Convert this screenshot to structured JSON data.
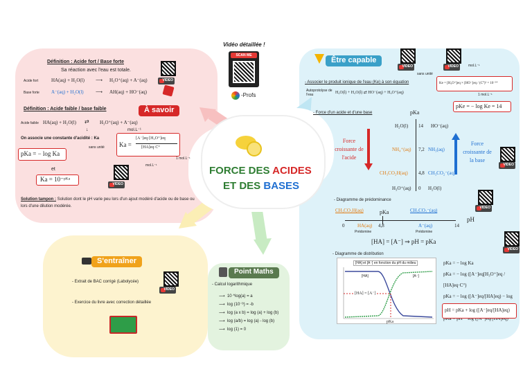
{
  "top": {
    "video_title": "Vidéo détaillée !",
    "scan_label": "SCAN ME",
    "brand": "-Profs"
  },
  "center": {
    "title_l1_a": "FORCE DES ",
    "title_l1_b": "ACIDES",
    "title_l2_a": "ET DES ",
    "title_l2_b": "BASES"
  },
  "video_tag": "VIDEO",
  "left": {
    "def_strong_title": "Définition : Acide fort / Base forte",
    "def_strong_sub": "Sa réaction avec l'eau est totale.",
    "acid_strong_label": "Acide fort",
    "acid_strong_eq_l": "HA(aq) + H₂O(l)",
    "acid_strong_eq_r": "H₃O⁺(aq) + A⁻(aq)",
    "base_strong_label": "Base forte",
    "base_strong_eq_l": "A⁻(aq) + H₂O(l)",
    "base_strong_eq_r": "AH(aq) + HO⁻(aq)",
    "savoir": "À savoir",
    "def_weak_title": "Définition : Acide faible / base faible",
    "acid_weak_label": "Acide faible",
    "acid_weak_eq_l": "HA(aq) + H₂O(l)",
    "acid_weak_eq_r": "H₃O⁺(aq) + A⁻(aq)",
    "ka_assoc": "On associe une constante d'acidité : Ka",
    "ka_unit_top": "mol.L⁻¹",
    "ka_label": "Ka =",
    "ka_num": "[A⁻]eq·[H₃O⁺]eq",
    "ka_den": "[HA]eq·C°",
    "ka_unit_right": "1 mol.L⁻¹",
    "ka_unit_bottom": "mol.L⁻¹",
    "sans_unite": "sans unité",
    "pka_formula": "pKa = − log Ka",
    "et": "et",
    "ka_formula": "Ka = 10⁻ᵖᴷᵃ",
    "tampon_title": "Solution tampon :",
    "tampon_text": "Solution dont le pH varie peu lors d'un ajout modéré d'acide ou de base ou lors d'une dilution modérée."
  },
  "exercise": {
    "banner": "S'entraîner",
    "item1": "- Extrait de BAC corrigé (Labolycée)",
    "item2": "- Exercice du livre avec correction détaillée"
  },
  "maths": {
    "banner": "Point Maths",
    "sub": "- Calcul logarithmique",
    "rules": [
      "10 ^log(a) = a",
      "log (10⁻ᵇ) = -b",
      "log (a x b) = log (a) + log (b)",
      "log (a/b) = log (a) - log (b)",
      "log (1) = 0"
    ]
  },
  "right": {
    "banner": "Être capable",
    "ke_title": "- Associer le produit ionique de l'eau (Ke) à son équation",
    "autoproto": "Autoprotolyse de l'eau",
    "ke_eq": "H₂O(l) + H₂O(l) ⇄ HO⁻(aq) + H₃O⁺(aq)",
    "ke_formula": "Ke = [H₃O⁺]eq × [HO⁻]eq / (C°)² = 10⁻¹⁴",
    "ke_unit": "mol.L⁻¹",
    "ke_sans": "sans unité",
    "ke_unit2": "1 mol.L⁻¹",
    "pke": "pKe = − log Ke = 14",
    "force_title": "- Force d'un acide et d'une base",
    "pka_axis": "pKa",
    "acid_force": "Force croissante de l'acide",
    "base_force": "Force croissante de la base",
    "scale": [
      {
        "acid": "H₂O(l)",
        "pka": "14",
        "base": "HO⁻(aq)"
      },
      {
        "acid": "NH₄⁺(aq)",
        "pka": "7,2",
        "base": "NH₃(aq)"
      },
      {
        "acid": "CH₃CO₂H(aq)",
        "pka": "4,8",
        "base": "CH₃CO₂⁻(aq)"
      },
      {
        "acid": "H₃O⁺(aq)",
        "pka": "0",
        "base": "H₂O(l)"
      }
    ],
    "predom_title": "- Diagramme de prédominance",
    "predom_acid": "CH₃CO₂H(aq)",
    "predom_pka": "pKa",
    "predom_base": "CH₃CO₂⁻(aq)",
    "predom_0": "0",
    "predom_48": "4,8",
    "predom_14": "14",
    "predom_ph": "pH",
    "predom_ha": "HA(aq)",
    "predom_a": "A⁻(aq)",
    "predomine": "Prédomine",
    "predom_eq": "[HA] = [A⁻] ⇒ pH = pKa",
    "distrib_title": "- Diagramme de distribution",
    "distrib_chart_title": "[HA] et [A⁻] en fonction du pH du milieu",
    "distrib_ha": "[HA]",
    "distrib_a": "[A⁻]",
    "distrib_eq": "[HA] = [A⁻]",
    "distrib_pka": "pKa",
    "formulas": [
      "pKa = − log Ka",
      "pKa = − log ([A⁻]eq[H₃O⁺]eq / [HA]eq·C°)",
      "pKa = − log ([A⁻]eq/[HA]eq) − log [H₃O⁺]eq",
      "pKa = pH − log ([A⁻]eq/[HA]eq)",
      "pH = pKa + log ([A⁻]eq/[HA]eq)"
    ]
  }
}
